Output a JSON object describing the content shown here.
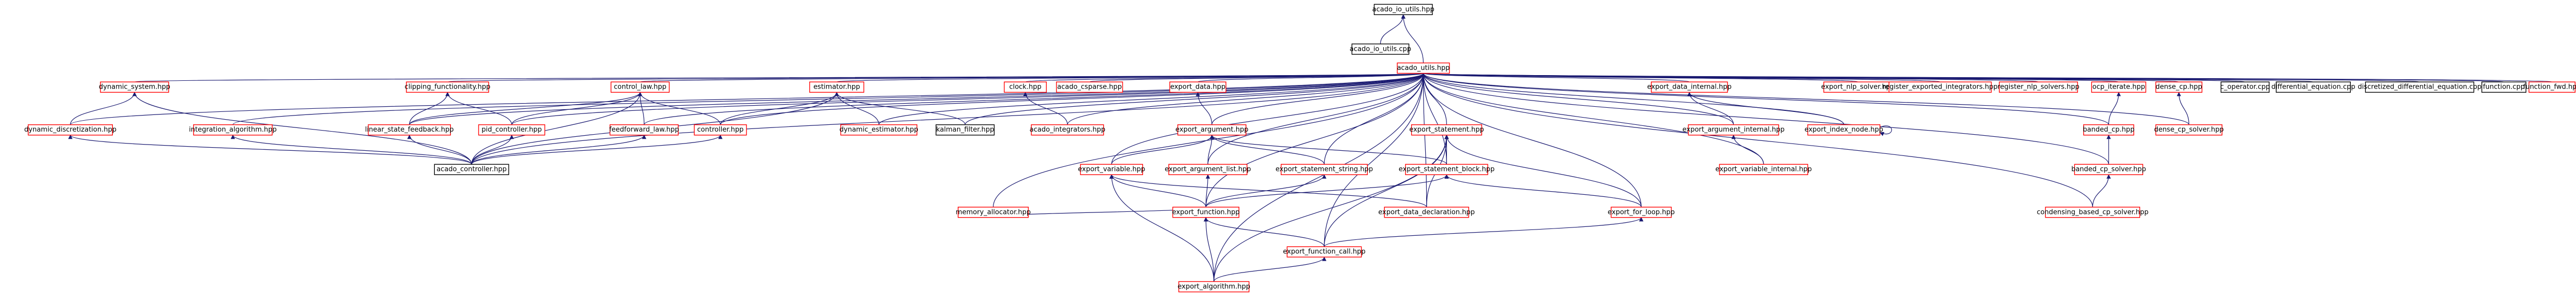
{
  "colors": {
    "edge": "#191970",
    "border_documented": "#000000",
    "border_undocumented": "#ff0000",
    "root_fill": "#bfbfbf"
  },
  "nodes": {
    "n_root": {
      "label": "acado_io_utils.hpp",
      "kind": "root"
    },
    "n_acado_io_utils_cpp": {
      "label": "acado_io_utils.cpp",
      "kind": "documented"
    },
    "n_acado_utils_hpp": {
      "label": "acado_utils.hpp",
      "kind": "undocumented"
    },
    "n_dynamic_system_hpp": {
      "label": "dynamic_system.hpp",
      "kind": "undocumented"
    },
    "n_dynamic_discretization_hpp": {
      "label": "dynamic_discretization.hpp",
      "kind": "undocumented"
    },
    "n_integration_algorithm_hpp": {
      "label": "integration_algorithm.hpp",
      "kind": "undocumented"
    },
    "n_clipping_functionality_hpp": {
      "label": "clipping_functionality.hpp",
      "kind": "undocumented"
    },
    "n_linear_state_feedback_hpp": {
      "label": "linear_state_feedback.hpp",
      "kind": "undocumented"
    },
    "n_control_law_hpp": {
      "label": "control_law.hpp",
      "kind": "undocumented"
    },
    "n_pid_controller_hpp": {
      "label": "pid_controller.hpp",
      "kind": "undocumented"
    },
    "n_feedforward_law_hpp": {
      "label": "feedforward_law.hpp",
      "kind": "undocumented"
    },
    "n_controller_hpp": {
      "label": "controller.hpp",
      "kind": "undocumented"
    },
    "n_acado_controller_hpp": {
      "label": "acado_controller.hpp",
      "kind": "documented"
    },
    "n_estimator_hpp": {
      "label": "estimator.hpp",
      "kind": "undocumented"
    },
    "n_dynamic_estimator_hpp": {
      "label": "dynamic_estimator.hpp",
      "kind": "undocumented"
    },
    "n_kalman_filter_hpp": {
      "label": "kalman_filter.hpp",
      "kind": "documented"
    },
    "n_clock_hpp": {
      "label": "clock.hpp",
      "kind": "undocumented"
    },
    "n_acado_integrators_hpp": {
      "label": "acado_integrators.hpp",
      "kind": "undocumented"
    },
    "n_acado_csparse_hpp": {
      "label": "acado_csparse.hpp",
      "kind": "undocumented"
    },
    "n_export_data_hpp": {
      "label": "export_data.hpp",
      "kind": "undocumented"
    },
    "n_export_argument_hpp": {
      "label": "export_argument.hpp",
      "kind": "undocumented"
    },
    "n_memory_allocator_hpp": {
      "label": "memory_allocator.hpp",
      "kind": "undocumented"
    },
    "n_export_variable_hpp": {
      "label": "export_variable.hpp",
      "kind": "undocumented"
    },
    "n_export_argument_list_hpp": {
      "label": "export_argument_list.hpp",
      "kind": "undocumented"
    },
    "n_export_statement_string_hpp": {
      "label": "export_statement_string.hpp",
      "kind": "undocumented"
    },
    "n_export_statement_hpp": {
      "label": "export_statement.hpp",
      "kind": "undocumented"
    },
    "n_export_statement_block_hpp": {
      "label": "export_statement_block.hpp",
      "kind": "undocumented"
    },
    "n_export_function_hpp": {
      "label": "export_function.hpp",
      "kind": "undocumented"
    },
    "n_export_data_declaration_hpp": {
      "label": "export_data_declaration.hpp",
      "kind": "undocumented"
    },
    "n_export_for_loop_hpp": {
      "label": "export_for_loop.hpp",
      "kind": "undocumented"
    },
    "n_export_function_call_hpp": {
      "label": "export_function_call.hpp",
      "kind": "undocumented"
    },
    "n_export_algorithm_hpp": {
      "label": "export_algorithm.hpp",
      "kind": "undocumented"
    },
    "n_export_data_internal_hpp": {
      "label": "export_data_internal.hpp",
      "kind": "undocumented"
    },
    "n_export_argument_internal_hpp": {
      "label": "export_argument_internal.hpp",
      "kind": "undocumented"
    },
    "n_export_index_node_hpp": {
      "label": "export_index_node.hpp",
      "kind": "undocumented"
    },
    "n_export_variable_internal_hpp": {
      "label": "export_variable_internal.hpp",
      "kind": "undocumented"
    },
    "n_export_nlp_solver_hpp": {
      "label": "export_nlp_solver.hpp",
      "kind": "undocumented"
    },
    "n_register_exported_integrators_hpp": {
      "label": "register_exported_integrators.hpp",
      "kind": "undocumented"
    },
    "n_register_nlp_solvers_hpp": {
      "label": "register_nlp_solvers.hpp",
      "kind": "undocumented"
    },
    "n_ocp_iterate_hpp": {
      "label": "ocp_iterate.hpp",
      "kind": "undocumented"
    },
    "n_banded_cp_hpp": {
      "label": "banded_cp.hpp",
      "kind": "undocumented"
    },
    "n_banded_cp_solver_hpp": {
      "label": "banded_cp_solver.hpp",
      "kind": "undocumented"
    },
    "n_condensing_based_cp_solver_hpp": {
      "label": "condensing_based_cp_solver.hpp",
      "kind": "undocumented"
    },
    "n_dense_cp_hpp": {
      "label": "dense_cp.hpp",
      "kind": "undocumented"
    },
    "n_dense_cp_solver_hpp": {
      "label": "dense_cp_solver.hpp",
      "kind": "undocumented"
    },
    "n_c_operator_cpp": {
      "label": "c_operator.cpp",
      "kind": "documented"
    },
    "n_differential_equation_cpp": {
      "label": "differential_equation.cpp",
      "kind": "documented"
    },
    "n_discretized_differential_equation_cpp": {
      "label": "discretized_differential_equation.cpp",
      "kind": "documented"
    },
    "n_function_cpp": {
      "label": "function.cpp",
      "kind": "documented"
    },
    "n_function_fwd_hpp": {
      "label": "function_fwd.hpp",
      "kind": "undocumented"
    }
  },
  "edges": [
    [
      "n_acado_io_utils_cpp",
      "n_root"
    ],
    [
      "n_acado_utils_hpp",
      "n_root"
    ],
    [
      "n_dynamic_system_hpp",
      "n_acado_utils_hpp"
    ],
    [
      "n_dynamic_discretization_hpp",
      "n_acado_utils_hpp"
    ],
    [
      "n_integration_algorithm_hpp",
      "n_acado_utils_hpp"
    ],
    [
      "n_clipping_functionality_hpp",
      "n_acado_utils_hpp"
    ],
    [
      "n_control_law_hpp",
      "n_acado_utils_hpp"
    ],
    [
      "n_linear_state_feedback_hpp",
      "n_acado_utils_hpp"
    ],
    [
      "n_pid_controller_hpp",
      "n_acado_utils_hpp"
    ],
    [
      "n_feedforward_law_hpp",
      "n_acado_utils_hpp"
    ],
    [
      "n_controller_hpp",
      "n_acado_utils_hpp"
    ],
    [
      "n_estimator_hpp",
      "n_acado_utils_hpp"
    ],
    [
      "n_dynamic_estimator_hpp",
      "n_acado_utils_hpp"
    ],
    [
      "n_kalman_filter_hpp",
      "n_acado_utils_hpp"
    ],
    [
      "n_clock_hpp",
      "n_acado_utils_hpp"
    ],
    [
      "n_acado_csparse_hpp",
      "n_acado_utils_hpp"
    ],
    [
      "n_export_data_hpp",
      "n_acado_utils_hpp"
    ],
    [
      "n_export_argument_hpp",
      "n_acado_utils_hpp"
    ],
    [
      "n_memory_allocator_hpp",
      "n_acado_utils_hpp"
    ],
    [
      "n_export_variable_hpp",
      "n_acado_utils_hpp"
    ],
    [
      "n_export_argument_list_hpp",
      "n_acado_utils_hpp"
    ],
    [
      "n_export_statement_string_hpp",
      "n_acado_utils_hpp"
    ],
    [
      "n_export_statement_hpp",
      "n_acado_utils_hpp"
    ],
    [
      "n_export_statement_block_hpp",
      "n_acado_utils_hpp"
    ],
    [
      "n_export_function_hpp",
      "n_acado_utils_hpp"
    ],
    [
      "n_export_data_declaration_hpp",
      "n_acado_utils_hpp"
    ],
    [
      "n_export_for_loop_hpp",
      "n_acado_utils_hpp"
    ],
    [
      "n_export_function_call_hpp",
      "n_acado_utils_hpp"
    ],
    [
      "n_export_algorithm_hpp",
      "n_acado_utils_hpp"
    ],
    [
      "n_export_data_internal_hpp",
      "n_acado_utils_hpp"
    ],
    [
      "n_export_argument_internal_hpp",
      "n_acado_utils_hpp"
    ],
    [
      "n_export_index_node_hpp",
      "n_acado_utils_hpp"
    ],
    [
      "n_export_variable_internal_hpp",
      "n_acado_utils_hpp"
    ],
    [
      "n_export_nlp_solver_hpp",
      "n_acado_utils_hpp"
    ],
    [
      "n_register_exported_integrators_hpp",
      "n_acado_utils_hpp"
    ],
    [
      "n_register_nlp_solvers_hpp",
      "n_acado_utils_hpp"
    ],
    [
      "n_ocp_iterate_hpp",
      "n_acado_utils_hpp"
    ],
    [
      "n_banded_cp_hpp",
      "n_acado_utils_hpp"
    ],
    [
      "n_banded_cp_solver_hpp",
      "n_acado_utils_hpp"
    ],
    [
      "n_condensing_based_cp_solver_hpp",
      "n_acado_utils_hpp"
    ],
    [
      "n_dense_cp_hpp",
      "n_acado_utils_hpp"
    ],
    [
      "n_dense_cp_solver_hpp",
      "n_acado_utils_hpp"
    ],
    [
      "n_c_operator_cpp",
      "n_acado_utils_hpp"
    ],
    [
      "n_differential_equation_cpp",
      "n_acado_utils_hpp"
    ],
    [
      "n_discretized_differential_equation_cpp",
      "n_acado_utils_hpp"
    ],
    [
      "n_function_cpp",
      "n_acado_utils_hpp"
    ],
    [
      "n_function_fwd_hpp",
      "n_acado_utils_hpp"
    ],
    [
      "n_acado_integrators_hpp",
      "n_acado_utils_hpp"
    ],
    [
      "n_acado_controller_hpp",
      "n_acado_utils_hpp"
    ],
    [
      "n_dynamic_discretization_hpp",
      "n_dynamic_system_hpp"
    ],
    [
      "n_acado_controller_hpp",
      "n_dynamic_system_hpp"
    ],
    [
      "n_acado_controller_hpp",
      "n_dynamic_discretization_hpp"
    ],
    [
      "n_acado_controller_hpp",
      "n_integration_algorithm_hpp"
    ],
    [
      "n_linear_state_feedback_hpp",
      "n_clipping_functionality_hpp"
    ],
    [
      "n_pid_controller_hpp",
      "n_clipping_functionality_hpp"
    ],
    [
      "n_linear_state_feedback_hpp",
      "n_control_law_hpp"
    ],
    [
      "n_pid_controller_hpp",
      "n_control_law_hpp"
    ],
    [
      "n_feedforward_law_hpp",
      "n_control_law_hpp"
    ],
    [
      "n_controller_hpp",
      "n_control_law_hpp"
    ],
    [
      "n_acado_controller_hpp",
      "n_control_law_hpp"
    ],
    [
      "n_acado_controller_hpp",
      "n_linear_state_feedback_hpp"
    ],
    [
      "n_acado_controller_hpp",
      "n_pid_controller_hpp"
    ],
    [
      "n_acado_controller_hpp",
      "n_feedforward_law_hpp"
    ],
    [
      "n_acado_controller_hpp",
      "n_controller_hpp"
    ],
    [
      "n_controller_hpp",
      "n_estimator_hpp"
    ],
    [
      "n_dynamic_estimator_hpp",
      "n_estimator_hpp"
    ],
    [
      "n_kalman_filter_hpp",
      "n_estimator_hpp"
    ],
    [
      "n_acado_controller_hpp",
      "n_estimator_hpp"
    ],
    [
      "n_acado_integrators_hpp",
      "n_clock_hpp"
    ],
    [
      "n_export_argument_hpp",
      "n_export_data_hpp"
    ],
    [
      "n_export_variable_hpp",
      "n_export_argument_hpp"
    ],
    [
      "n_export_argument_list_hpp",
      "n_export_argument_hpp"
    ],
    [
      "n_export_statement_string_hpp",
      "n_export_argument_hpp"
    ],
    [
      "n_export_statement_block_hpp",
      "n_export_argument_hpp"
    ],
    [
      "n_export_function_hpp",
      "n_memory_allocator_hpp"
    ],
    [
      "n_export_function_hpp",
      "n_export_variable_hpp"
    ],
    [
      "n_export_data_declaration_hpp",
      "n_export_variable_hpp"
    ],
    [
      "n_export_algorithm_hpp",
      "n_export_variable_hpp"
    ],
    [
      "n_export_function_hpp",
      "n_export_argument_list_hpp"
    ],
    [
      "n_export_function_hpp",
      "n_export_statement_string_hpp"
    ],
    [
      "n_export_statement_block_hpp",
      "n_export_statement_hpp"
    ],
    [
      "n_export_data_declaration_hpp",
      "n_export_statement_hpp"
    ],
    [
      "n_export_for_loop_hpp",
      "n_export_statement_hpp"
    ],
    [
      "n_export_function_call_hpp",
      "n_export_statement_hpp"
    ],
    [
      "n_export_algorithm_hpp",
      "n_export_statement_hpp"
    ],
    [
      "n_export_function_hpp",
      "n_export_statement_block_hpp"
    ],
    [
      "n_export_for_loop_hpp",
      "n_export_statement_block_hpp"
    ],
    [
      "n_export_function_call_hpp",
      "n_export_function_hpp"
    ],
    [
      "n_export_algorithm_hpp",
      "n_export_function_hpp"
    ],
    [
      "n_export_algorithm_hpp",
      "n_export_function_call_hpp"
    ],
    [
      "n_export_function_call_hpp",
      "n_export_for_loop_hpp"
    ],
    [
      "n_export_argument_internal_hpp",
      "n_export_data_internal_hpp"
    ],
    [
      "n_export_index_node_hpp",
      "n_export_data_internal_hpp"
    ],
    [
      "n_export_variable_internal_hpp",
      "n_export_argument_internal_hpp"
    ],
    [
      "n_export_index_node_hpp",
      "n_export_index_node_hpp"
    ],
    [
      "n_banded_cp_hpp",
      "n_ocp_iterate_hpp"
    ],
    [
      "n_banded_cp_solver_hpp",
      "n_banded_cp_hpp"
    ],
    [
      "n_condensing_based_cp_solver_hpp",
      "n_banded_cp_solver_hpp"
    ],
    [
      "n_dense_cp_solver_hpp",
      "n_dense_cp_hpp"
    ]
  ]
}
